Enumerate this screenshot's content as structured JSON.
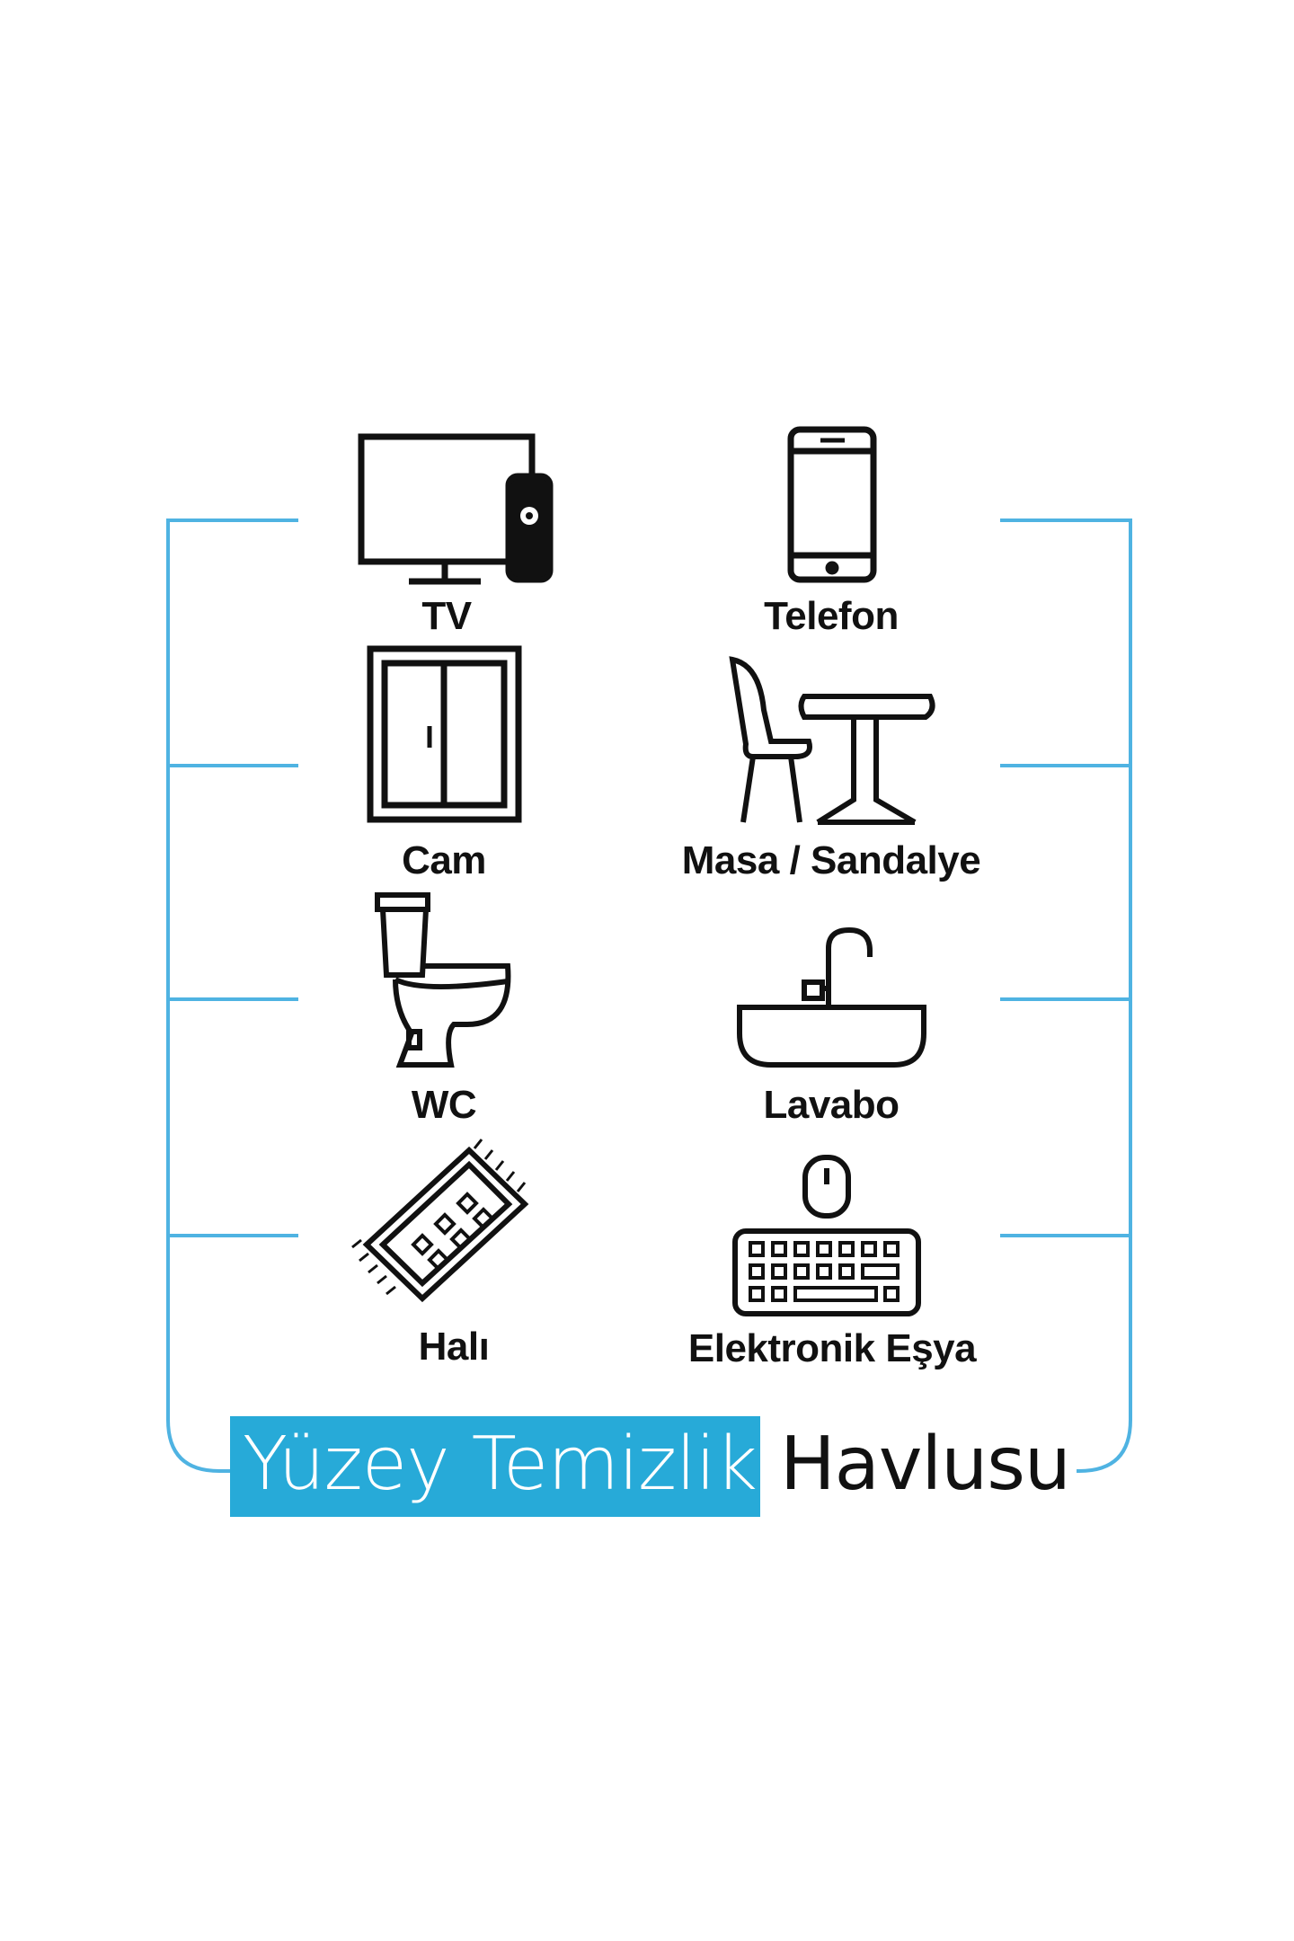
{
  "items": {
    "tv": "TV",
    "telefon": "Telefon",
    "cam": "Cam",
    "masa": "Masa / Sandalye",
    "wc": "WC",
    "lavabo": "Lavabo",
    "hali": "Halı",
    "elektronik": "Elektronik Eşya"
  },
  "banner": {
    "highlight": "Yüzey Temizlik",
    "rest": "Havlusu"
  },
  "colors": {
    "accent": "#27aad8",
    "bracket": "#4fb3e2",
    "ink": "#111111"
  }
}
